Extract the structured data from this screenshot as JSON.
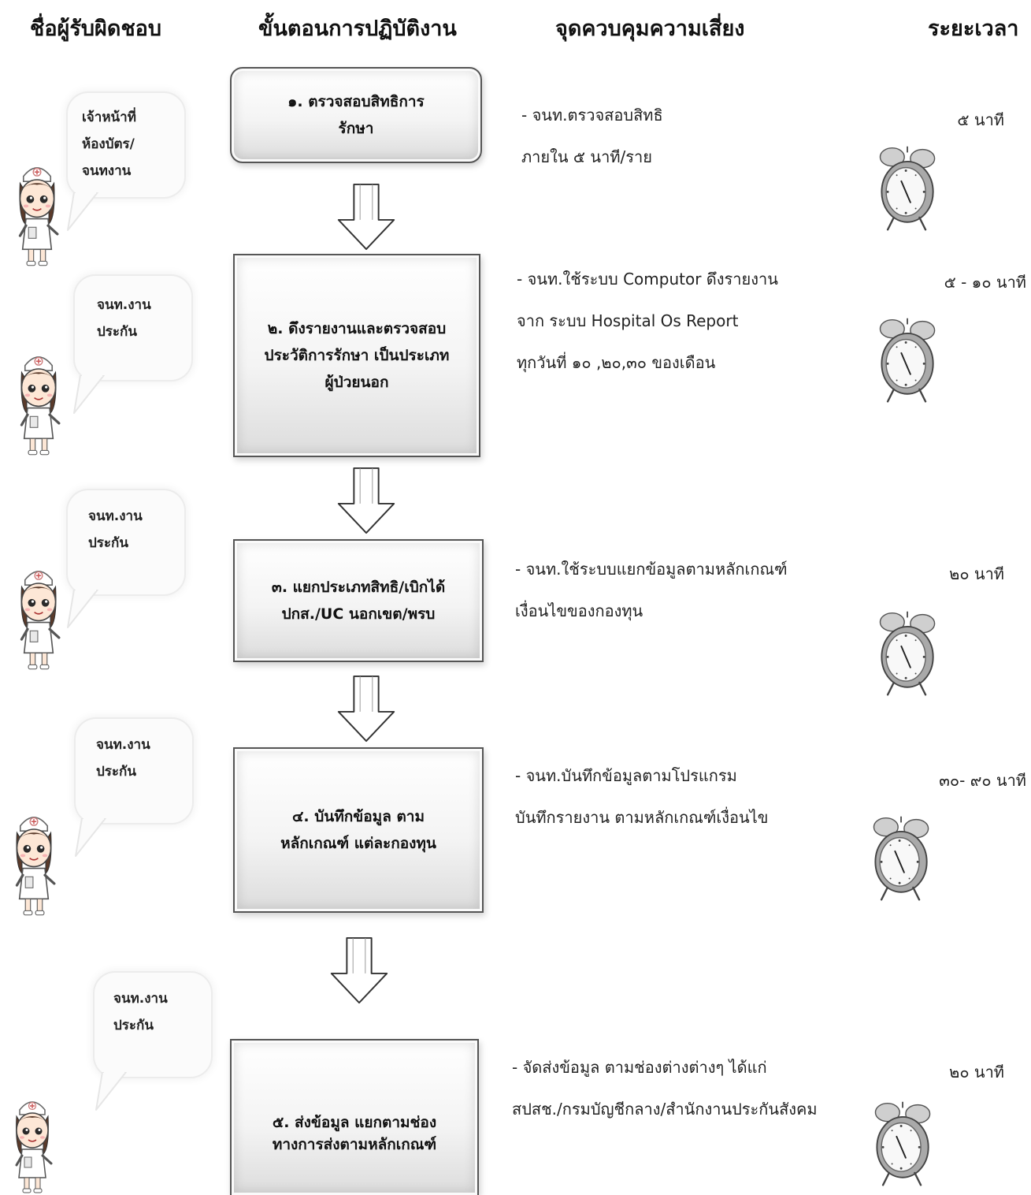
{
  "headers": {
    "responsible": "ชื่อผู้รับผิดชอบ",
    "steps": "ขั้นตอนการปฏิบัติงาน",
    "risk": "จุดควบคุมความเสี่ยง",
    "duration": "ระยะเวลา"
  },
  "rows": [
    {
      "responsible": [
        "เจ้าหน้าที่",
        "ห้องบัตร/",
        "จนทงาน"
      ],
      "step": [
        "๑. ตรวจสอบสิทธิการ",
        "รักษา"
      ],
      "risk": [
        "- จนท.ตรวจสอบสิทธิ",
        " ภายใน ๕ นาที/ราย"
      ],
      "duration": "๕ นาที"
    },
    {
      "responsible": [
        "จนท.งาน",
        "ประกัน"
      ],
      "step": [
        "๒. ดึงรายงานและตรวจสอบ",
        "ประวัติการรักษา เป็นประเภท",
        "ผู้ป่วยนอก"
      ],
      "risk": [
        "- จนท.ใช้ระบบ Computor ดึงรายงาน",
        "จาก ระบบ Hospital Os Report",
        "ทุกวันที่ ๑๐ ,๒๐,๓๐ ของเดือน"
      ],
      "duration": "๕ - ๑๐ นาที"
    },
    {
      "responsible": [
        "จนท.งาน",
        "ประกัน"
      ],
      "step": [
        "๓. แยกประเภทสิทธิ/เบิกได้",
        "ปกส./UC นอกเขต/พรบ"
      ],
      "risk": [
        "- จนท.ใช้ระบบแยกข้อมูลตามหลักเกณฑ์",
        "เงื่อนไขของกองทุน"
      ],
      "duration": "๒๐ นาที"
    },
    {
      "responsible": [
        "จนท.งาน",
        "ประกัน"
      ],
      "step": [
        "๔. บันทึกข้อมูล ตาม",
        "หลักเกณฑ์ แต่ละกองทุน"
      ],
      "risk": [
        "- จนท.บันทึกข้อมูลตามโปรแกรม",
        "บันทึกรายงาน ตามหลักเกณฑ์เงื่อนไข"
      ],
      "duration": "๓๐- ๙๐ นาที"
    },
    {
      "responsible": [
        "จนท.งาน",
        "ประกัน"
      ],
      "step": [
        "๕. ส่งข้อมูล แยกตามช่อง",
        "ทางการส่งตามหลักเกณฑ์"
      ],
      "risk": [
        "- จัดส่งข้อมูล ตามช่องต่างต่างๆ ได้แก่",
        "สปสช./กรมบัญชีกลาง/สำนักงานประกันสังคม"
      ],
      "duration": "๒๐ นาที"
    }
  ],
  "icons": {
    "responsible": "nurse-icon",
    "duration": "alarm-clock-icon",
    "flow": "down-arrow-icon"
  },
  "colors": {
    "box_border": "#555555",
    "bubble_bg": "#fbfbfb",
    "clock_body": "#9a9a9a"
  }
}
